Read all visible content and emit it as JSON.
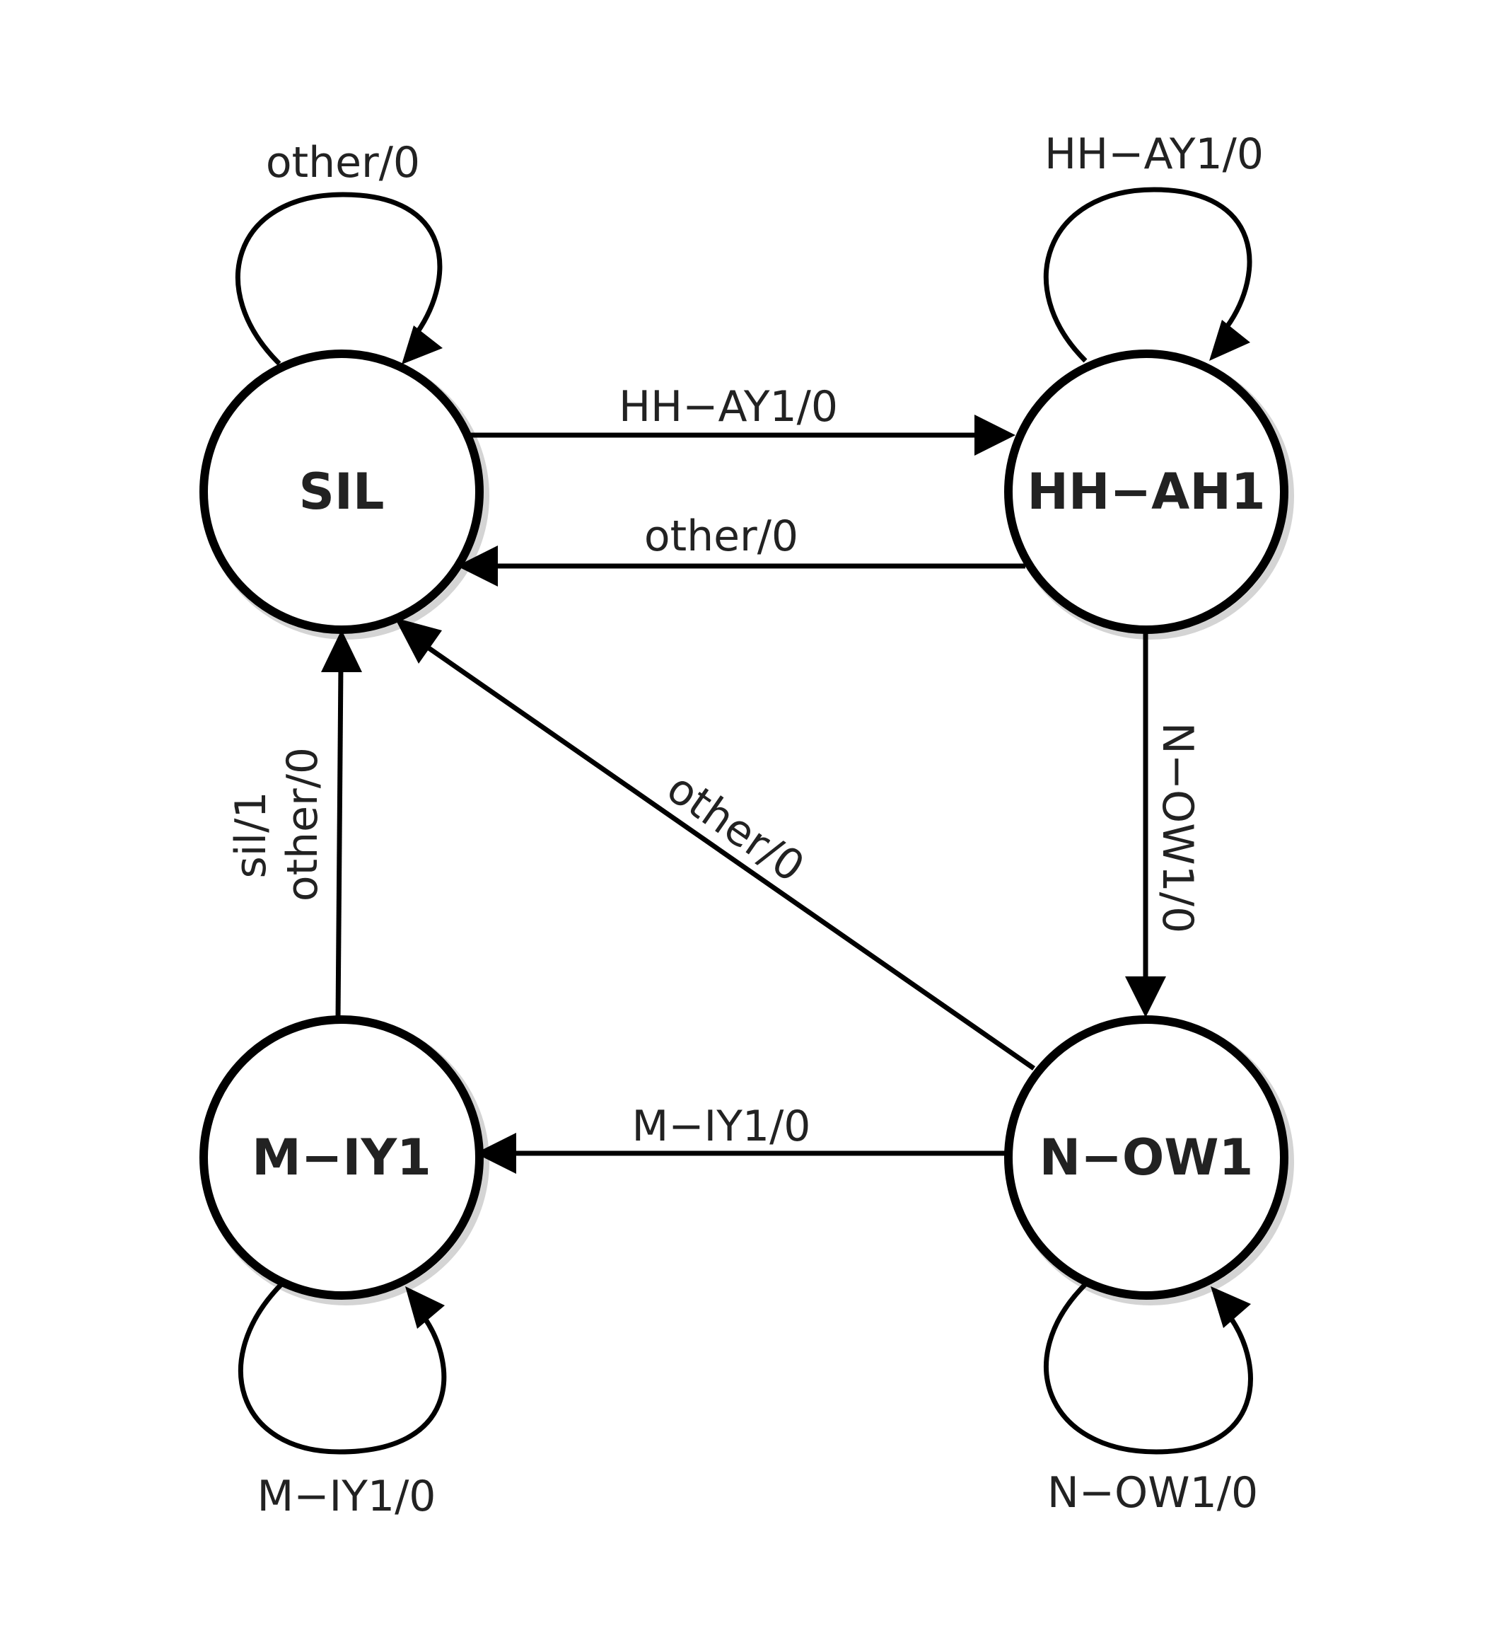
{
  "states": {
    "sil": "SIL",
    "hh_ah1": "HH−AH1",
    "m_iy1": "M−IY1",
    "n_ow1": "N−OW1"
  },
  "edges": {
    "sil_self": "other/0",
    "hh_ah1_self": "HH−AY1/0",
    "m_iy1_self": "M−IY1/0",
    "n_ow1_self": "N−OW1/0",
    "sil_to_hh_ah1": "HH−AY1/0",
    "hh_ah1_to_sil": "other/0",
    "hh_ah1_to_n_ow1": "N−OW1/0",
    "n_ow1_to_sil": "other/0",
    "n_ow1_to_m_iy1": "M−IY1/0",
    "m_iy1_to_sil_line1": "sil/1",
    "m_iy1_to_sil_line2": "other/0"
  },
  "colors": {
    "stroke": "#000000",
    "text": "#222222",
    "shadow": "#d4d4d4"
  }
}
